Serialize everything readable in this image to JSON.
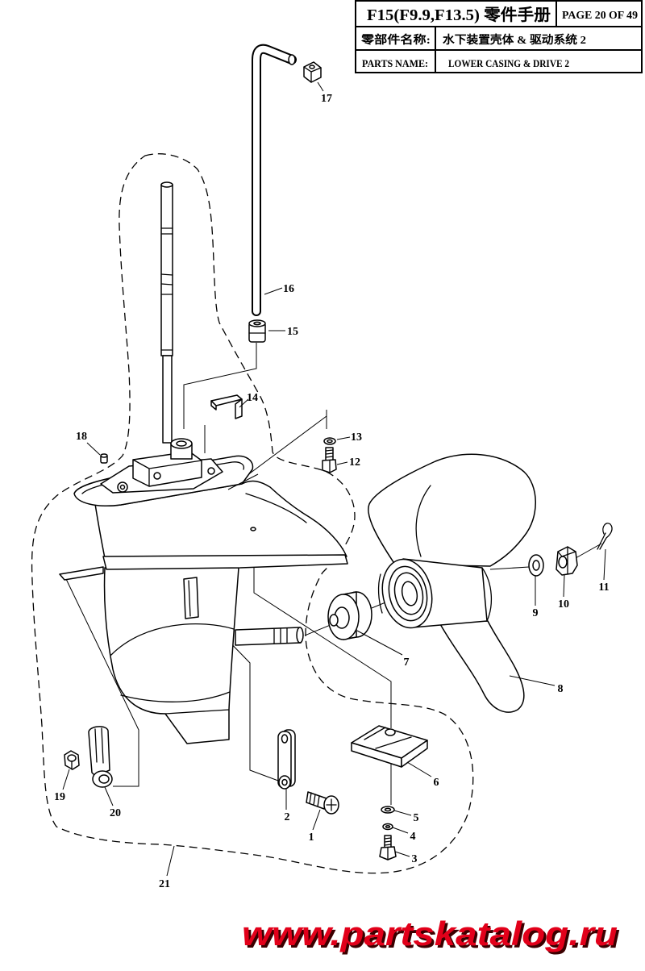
{
  "header": {
    "title": "F15(F9.9,F13.5) 零件手册",
    "page": "PAGE 20 OF 49",
    "name_cn_label": "零部件名称:",
    "name_cn": "水下装置壳体 & 驱动系统 2",
    "name_en_label": "PARTS NAME:",
    "name_en": "LOWER CASING & DRIVE 2"
  },
  "callouts": [
    "1",
    "2",
    "3",
    "4",
    "5",
    "6",
    "7",
    "8",
    "9",
    "10",
    "11",
    "12",
    "13",
    "14",
    "15",
    "16",
    "17",
    "18",
    "19",
    "20",
    "21"
  ],
  "watermark": "www.partskatalog.ru",
  "colors": {
    "line": "#000000",
    "watermark": "#e2001a",
    "watermark_shadow": "#3b0000"
  }
}
